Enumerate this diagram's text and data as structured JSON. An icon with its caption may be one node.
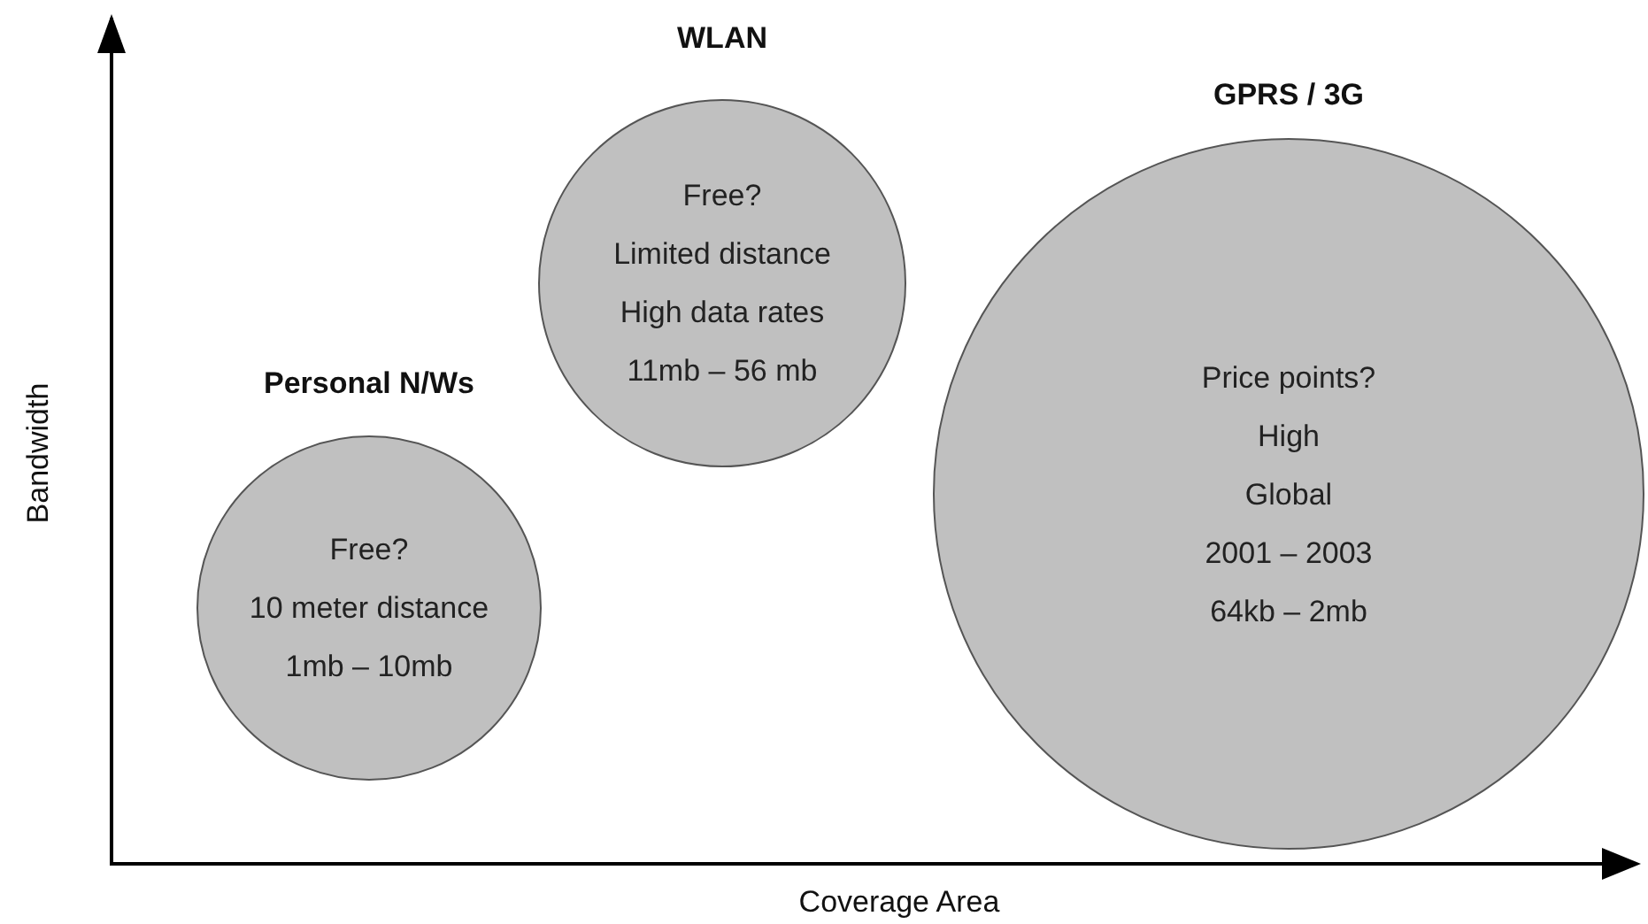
{
  "diagram": {
    "nodes": [
      {
        "text": [
          "WLAN",
          "Free?",
          "Limited distance",
          "High data rates",
          "11mb – 56 mb"
        ]
      },
      {
        "text": [
          "GPRS / 3G",
          "Price points?",
          "High",
          "Global",
          "2001 – 2003",
          "64kb – 2mb"
        ]
      },
      {
        "text": [
          "Personal N/Ws",
          "Free?",
          "10 meter distance",
          "1mb – 10mb"
        ]
      }
    ],
    "labels": [
      "Bandwidth",
      "Coverage Area"
    ]
  }
}
